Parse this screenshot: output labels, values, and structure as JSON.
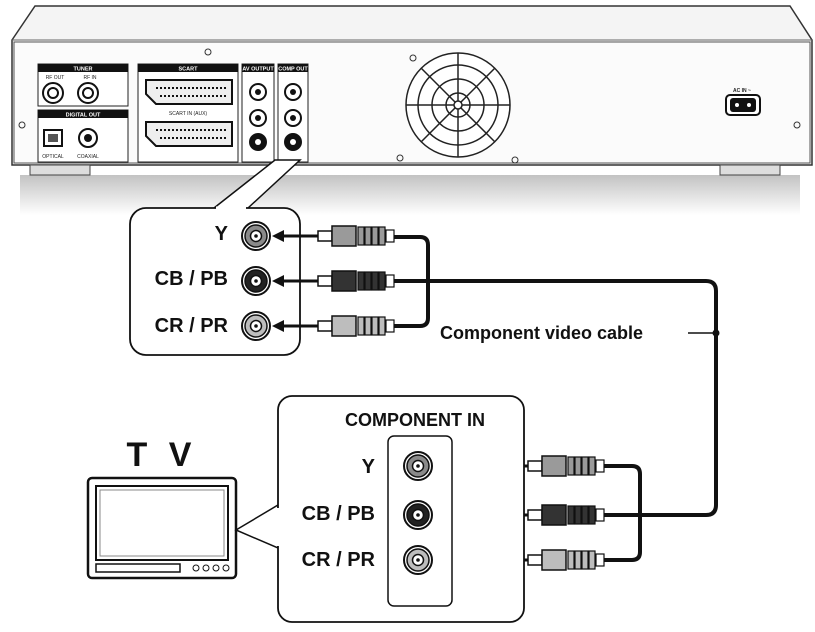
{
  "recorder": {
    "panel_labels": {
      "tuner": "TUNER",
      "rf_out": "RF OUT",
      "rf_in": "RF IN",
      "digital_out": "DIGITAL OUT",
      "optical": "OPTICAL",
      "coaxial": "COAXIAL",
      "scart": "SCART",
      "scart_in": "SCART IN (AUX)",
      "av_output": "AV OUTPUT",
      "comp_out": "COMP OUT",
      "ac_in": "AC IN ~"
    }
  },
  "callout_player": {
    "ports": [
      {
        "label": "Y",
        "color": "#8a8a8a"
      },
      {
        "label": "CB / PB",
        "color": "#222222"
      },
      {
        "label": "CR / PR",
        "color": "#bdbdbd"
      }
    ]
  },
  "cable_label": "Component video cable",
  "tv": {
    "title": "T V",
    "input_title": "COMPONENT IN",
    "ports": [
      {
        "label": "Y",
        "color": "#8a8a8a"
      },
      {
        "label": "CB / PB",
        "color": "#222222"
      },
      {
        "label": "CR / PR",
        "color": "#bdbdbd"
      }
    ]
  }
}
